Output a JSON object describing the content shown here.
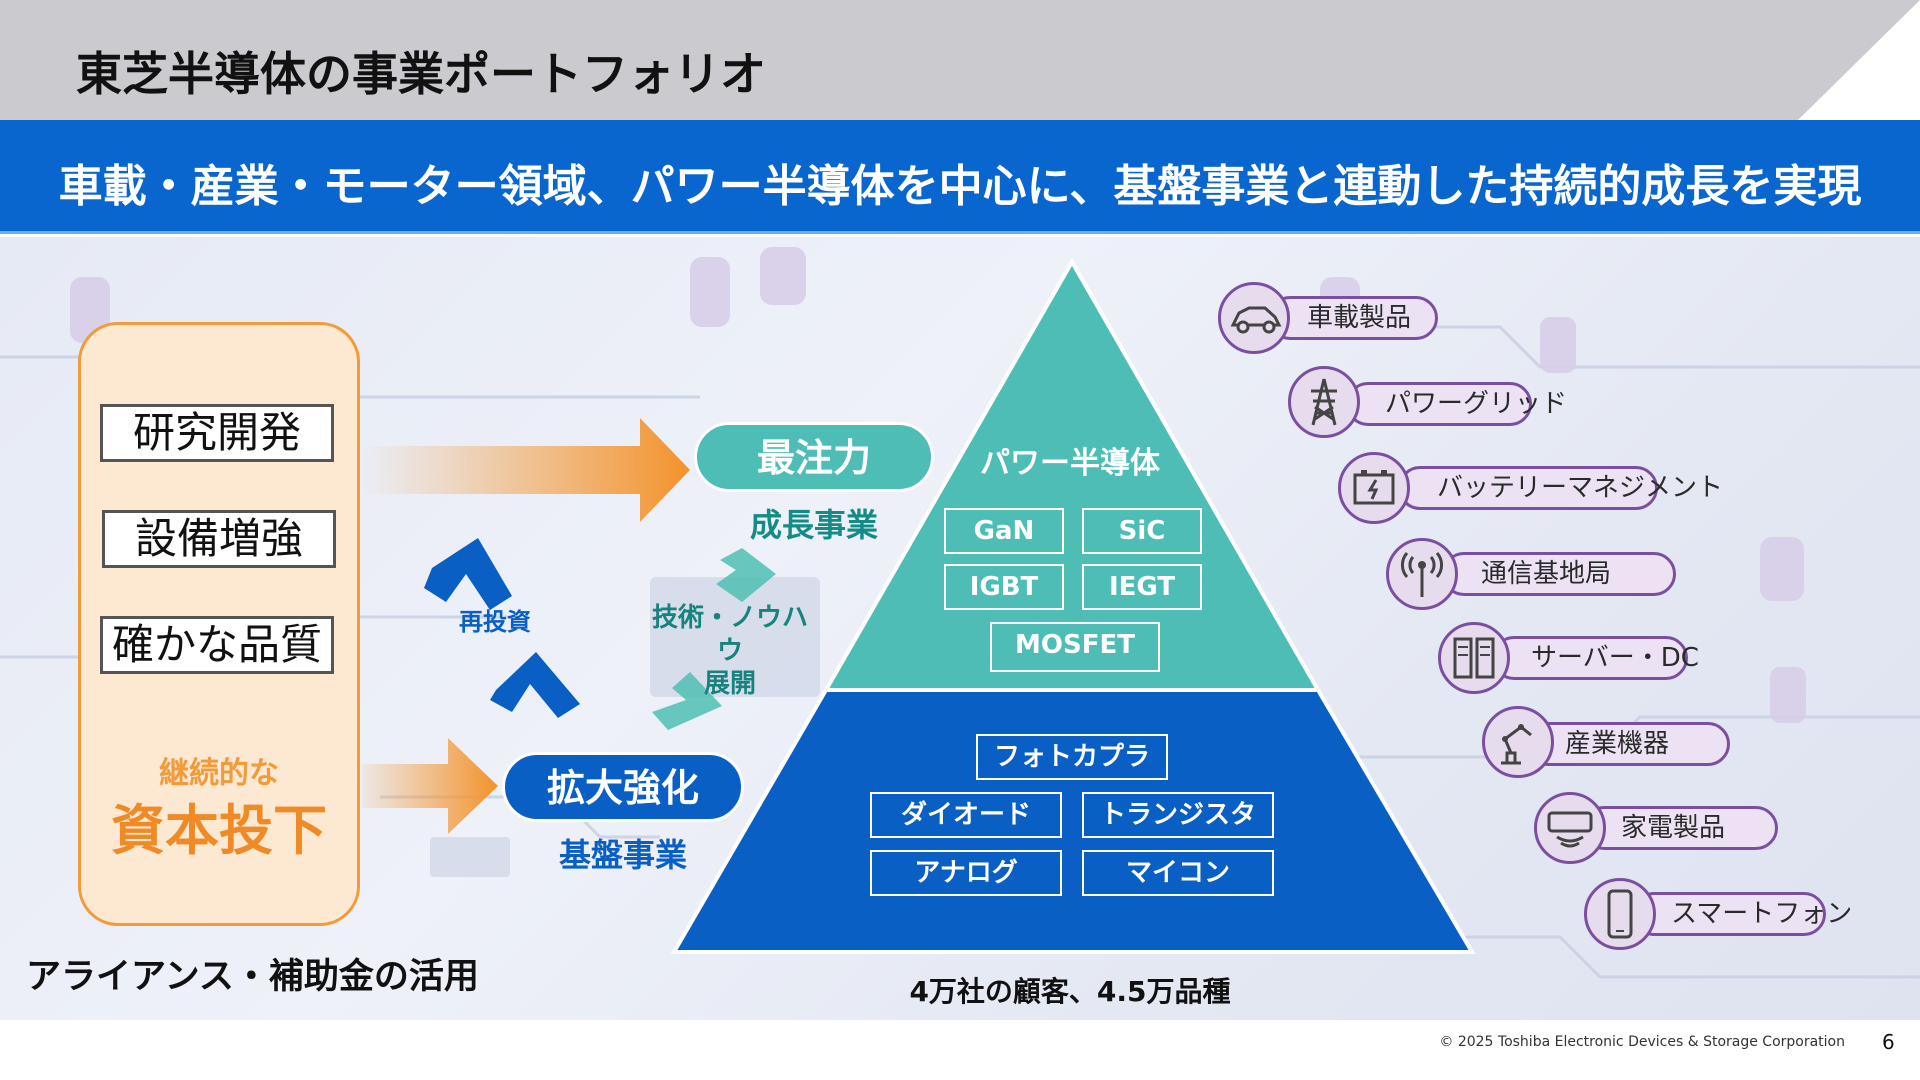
{
  "header": {
    "title": "東芝半導体の事業ポートフォリオ"
  },
  "banner": {
    "text": "車載・産業・モーター領域、パワー半導体を中心に、基盤事業と連動した持続的成長を実現"
  },
  "left_panel": {
    "items": [
      "研究開発",
      "設備増強",
      "確かな品質"
    ],
    "capital_sub": "継続的な",
    "capital_main": "資本投下"
  },
  "alliance": "アライアンス・補助金の活用",
  "flow": {
    "top_pill": "最注力",
    "top_label": "成長事業",
    "bottom_pill": "拡大強化",
    "bottom_label": "基盤事業",
    "reinvest": "再投資",
    "tech_line1": "技術・ノウハウ",
    "tech_line2": "展開"
  },
  "pyramid": {
    "top_title": "パワー半導体",
    "top_items": [
      "GaN",
      "SiC",
      "IGBT",
      "IEGT",
      "MOSFET"
    ],
    "bottom_items": [
      "フォトカプラ",
      "ダイオード",
      "トランジスタ",
      "アナログ",
      "マイコン"
    ],
    "customers": "4万社の顧客、4.5万品種"
  },
  "applications": [
    {
      "label": "車載製品",
      "icon": "car-icon"
    },
    {
      "label": "パワーグリッド",
      "icon": "power-tower-icon"
    },
    {
      "label": "バッテリーマネジメント",
      "icon": "battery-icon"
    },
    {
      "label": "通信基地局",
      "icon": "antenna-icon"
    },
    {
      "label": "サーバー・DC",
      "icon": "server-icon"
    },
    {
      "label": "産業機器",
      "icon": "robot-arm-icon"
    },
    {
      "label": "家電製品",
      "icon": "air-conditioner-icon"
    },
    {
      "label": "スマートフォン",
      "icon": "smartphone-icon"
    }
  ],
  "footer": {
    "copyright": "© 2025 Toshiba Electronic Devices & Storage Corporation",
    "page": "6"
  },
  "colors": {
    "teal": "#4dbdb6",
    "blue": "#0a5fc4",
    "orange": "#f39a3a",
    "purple": "#7b4f9e",
    "banner": "#0a66cf"
  }
}
